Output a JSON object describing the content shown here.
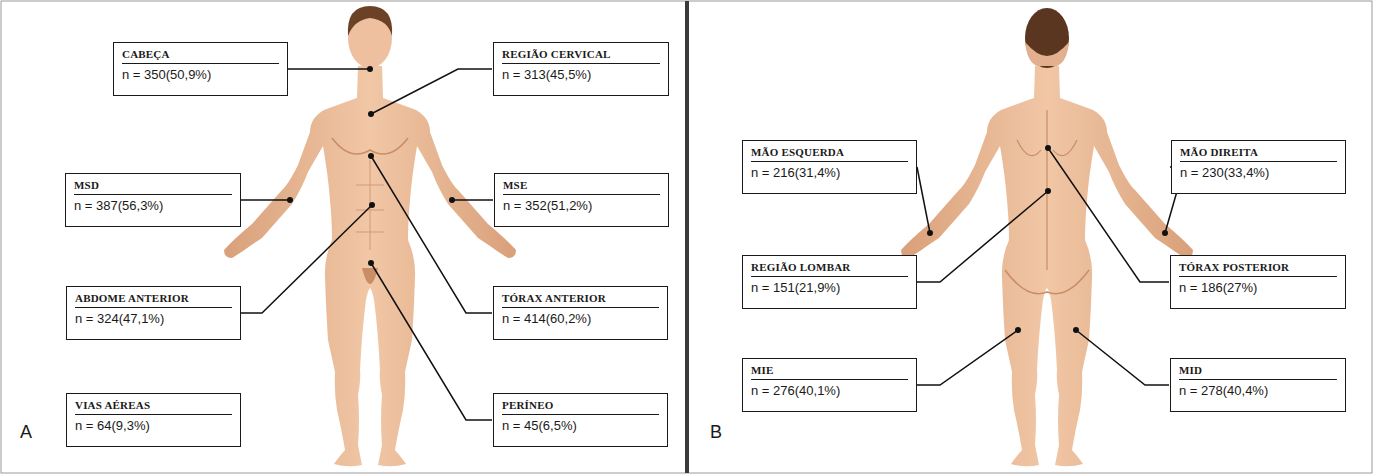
{
  "diagram": {
    "nodes": [
      {
        "text": [
          "CABEÇA",
          "n = 350(50,9%)"
        ]
      },
      {
        "text": [
          "REGIÃO CERVICAL",
          "n = 313(45,5%)"
        ]
      },
      {
        "text": [
          "MSD",
          "n = 387(56,3%)"
        ]
      },
      {
        "text": [
          "MSE",
          "n = 352(51,2%)"
        ]
      },
      {
        "text": [
          "ABDOME ANTERIOR",
          "n = 324(47,1%)"
        ]
      },
      {
        "text": [
          "TÓRAX ANTERIOR",
          "n = 414(60,2%)"
        ]
      },
      {
        "text": [
          "VIAS AÉREAS",
          "n = 64(9,3%)"
        ]
      },
      {
        "text": [
          "PERÍNEO",
          "n = 45(6,5%)"
        ]
      },
      {
        "text": [
          "MÃO ESQUERDA",
          "n = 216(31,4%)"
        ]
      },
      {
        "text": [
          "MÃO DIREITA",
          "n = 230(33,4%)"
        ]
      },
      {
        "text": [
          "REGIÃO LOMBAR",
          "n = 151(21,9%)"
        ]
      },
      {
        "text": [
          "TÓRAX POSTERIOR",
          "n = 186(27%)"
        ]
      },
      {
        "text": [
          "MIE",
          "n = 276(40,1%)"
        ]
      },
      {
        "text": [
          "MID",
          "n = 278(40,4%)"
        ]
      }
    ],
    "labels": [
      "A",
      "B"
    ]
  }
}
